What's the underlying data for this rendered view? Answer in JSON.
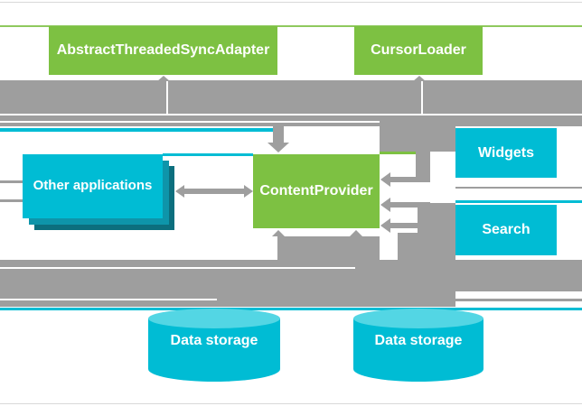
{
  "diagram": {
    "nodes": {
      "sync_adapter": {
        "label": "AbstractThreadedSyncAdapter",
        "color": "#7DC142"
      },
      "cursor_loader": {
        "label": "CursorLoader",
        "color": "#7DC142"
      },
      "content_provider": {
        "label": "ContentProvider",
        "color": "#7DC142"
      },
      "other_apps": {
        "label": "Other applications",
        "color": "#00BCD4"
      },
      "widgets": {
        "label": "Widgets",
        "color": "#00BCD4"
      },
      "search": {
        "label": "Search",
        "color": "#00BCD4"
      },
      "data_storage_left": {
        "label": "Data storage",
        "shape": "cylinder",
        "color": "#00BCD4"
      },
      "data_storage_right": {
        "label": "Data storage",
        "shape": "cylinder",
        "color": "#00BCD4"
      }
    },
    "edges": [
      {
        "from": "top-bus",
        "to": "sync_adapter",
        "direction": "up"
      },
      {
        "from": "top-bus",
        "to": "cursor_loader",
        "direction": "up"
      },
      {
        "from": "top-bus",
        "to": "content_provider",
        "direction": "down"
      },
      {
        "from": "other_apps",
        "to": "content_provider",
        "direction": "both"
      },
      {
        "from": "widgets",
        "to": "content_provider",
        "direction": "left"
      },
      {
        "from": "search",
        "to": "content_provider",
        "direction": "left"
      },
      {
        "from": "bottom-bus",
        "to": "content_provider",
        "direction": "up"
      },
      {
        "from": "content_provider",
        "to": "data_storage",
        "direction": "down"
      }
    ],
    "colors": {
      "green_box": "#7DC142",
      "cyan_box": "#00BCD4",
      "cyan_shadow_mid": "#0E95AA",
      "cyan_shadow_dark": "#0C6F7E",
      "cylinder_top": "#53D6E4",
      "arrow_gray": "#9E9E9E",
      "label_text": "#FFFFFF",
      "background": "#FFFFFF"
    }
  }
}
